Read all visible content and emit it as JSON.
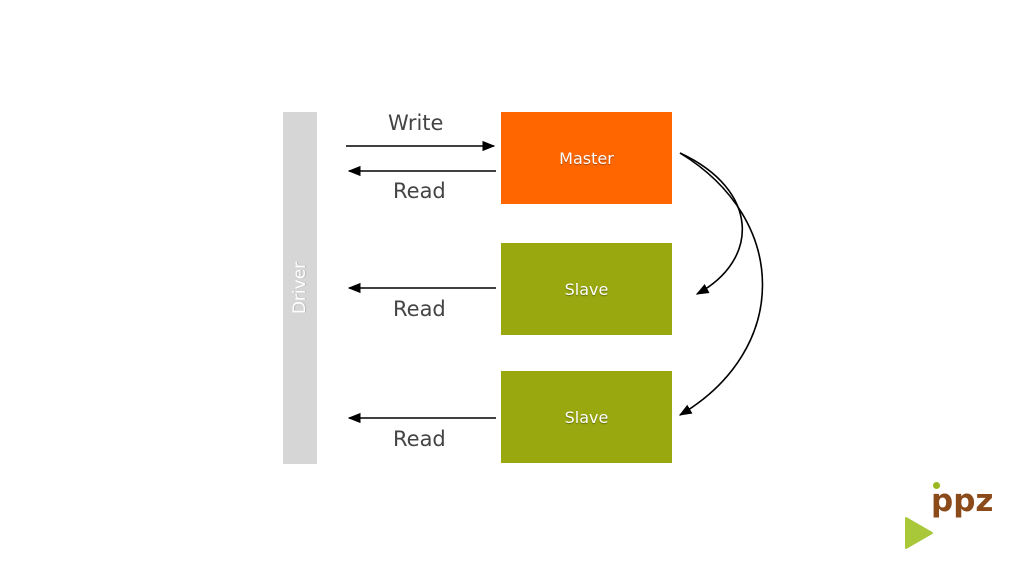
{
  "driver": {
    "label": "Driver"
  },
  "nodes": {
    "master": {
      "label": "Master"
    },
    "slave_1": {
      "label": "Slave"
    },
    "slave_2": {
      "label": "Slave"
    }
  },
  "arrows": {
    "write_label": "Write",
    "read_master_label": "Read",
    "read_slave_1_label": "Read",
    "read_slave_2_label": "Read"
  },
  "logo": {
    "text": "ppz"
  },
  "colors": {
    "master": "#ff6600",
    "slave": "#99a80f",
    "driver": "#d6d6d6",
    "logo_text": "#8a4a1a",
    "logo_accent": "#99b81f"
  }
}
